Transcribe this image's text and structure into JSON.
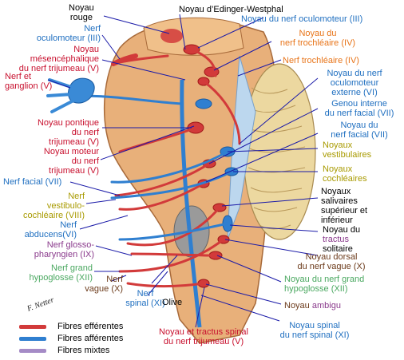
{
  "labels": {
    "noyau_rouge": "Noyau\nrouge",
    "nerf_oculomoteur": "Nerf\noculomoteur (III)",
    "noyau_mesencephalique": "Noyau\nmésencéphalique\ndu nerf trijumeau (V)",
    "nerf_ganglion": "Nerf et\nganglion (V)",
    "noyau_pontique": "Noyau pontique\ndu nerf\ntrijumeau (V)",
    "noyau_moteur": "Noyau moteur\ndu nerf\ntrijumeau (V)",
    "nerf_facial": "Nerf facial (VII)",
    "nerf_vestibulo": "Nerf\nvestibulo-\ncochléaire (VIII)",
    "nerf_abducens": "Nerf\nabducens(VI)",
    "nerf_glosso": "Nerf glosso-\npharyngien (IX)",
    "nerf_hypoglosse": "Nerf grand\nhypoglosse (XII)",
    "nerf_vague": "Nerf\nvague (X)",
    "nerf_spinal": "Nerf\nspinal (XI)",
    "olive": "Olive",
    "noyau_edinger": "Noyau d’Edinger-Westphal",
    "noyau_oculomoteur": "Noyau du nerf oculomoteur (III)",
    "noyau_trochleaire": "Noyau du\nnerf trochléaire (IV)",
    "nerf_trochleaire": "Nerf trochléaire (IV)",
    "noyau_oculomoteur_externe": "Noyau du nerf\noculomoteur\nexterne (VI)",
    "genou_interne": "Genou interne\ndu nerf facial (VII)",
    "noyau_facial": "Noyau du\nnerf facial (VII)",
    "noyaux_vestibulaires": "Noyaux\nvestibulaires",
    "noyaux_cochleaires": "Noyaux\ncochléaires",
    "noyaux_salivaires": "Noyaux\nsalivaires\nsupérieur et\ninférieur",
    "noyau_tractus_l1": "Noyau du",
    "noyau_tractus_l2": "tractus",
    "noyau_tractus_l3": "solitaire",
    "noyau_dorsal": "Noyau dorsal\ndu nerf vague (X)",
    "noyau_hypoglosse": "Noyau du nerf grand\nhypoglosse (XII)",
    "noyau_ambigu_a": "Noyau ",
    "noyau_ambigu_b": "ambigu",
    "noyau_spinal": "Noyau spinal\ndu nerf spinal (XI)",
    "noyau_tractus_spinal": "Noyau et tractus spinal\ndu nerf trijumeau (V)",
    "signature": "F. Netter"
  },
  "legend": [
    {
      "label": "Fibres efférentes",
      "color": "#d23a3a"
    },
    {
      "label": "Fibres afférentes",
      "color": "#2f7fd0"
    },
    {
      "label": "Fibres mixtes",
      "color": "#a58bc6"
    }
  ],
  "colors": {
    "efferent": "#d23a3a",
    "afferent": "#2f7fd0",
    "mixed": "#a58bc6",
    "tissue": "#e8b07a",
    "tissue_dark": "#c98a52",
    "cerebellum": "#ecd8a0",
    "line": "#1a1aa8"
  }
}
